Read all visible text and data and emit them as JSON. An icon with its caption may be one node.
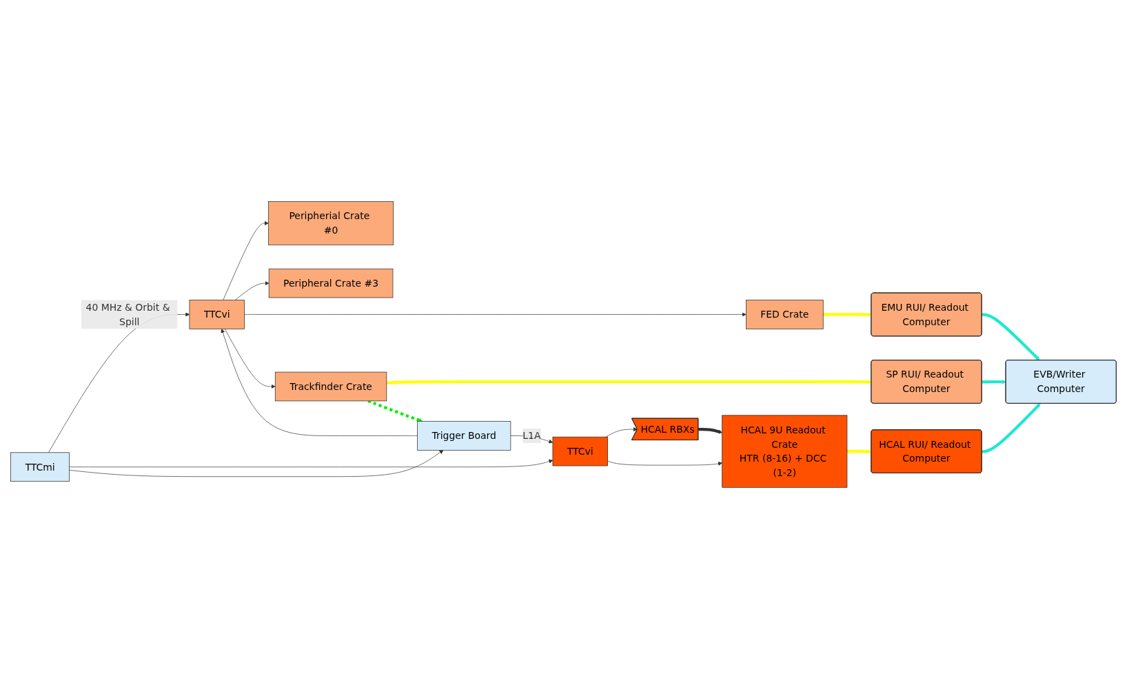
{
  "diagram": {
    "nodes": [
      {
        "text": [
          "TTCmi"
        ]
      },
      {
        "text": [
          "TTCvi"
        ]
      },
      {
        "text": [
          "Peripherial Crate #0"
        ]
      },
      {
        "text": [
          "Peripheral Crate #3"
        ]
      },
      {
        "text": [
          "FED Crate"
        ]
      },
      {
        "text": [
          "EMU RUI/ Readout Computer"
        ]
      },
      {
        "text": [
          "TTCvi"
        ]
      },
      {
        "text": [
          "Trackfinder Crate"
        ]
      },
      {
        "text": [
          "SP RUI/ Readout Computer"
        ]
      },
      {
        "text": [
          "HCAL RBXs"
        ]
      },
      {
        "text": [
          "EVB/Writer Computer"
        ]
      },
      {
        "text": [
          "Trigger Board"
        ]
      },
      {
        "text": [
          "HCAL 9U Readout Crate",
          "HTR (8-16) + DCC (1-2)"
        ]
      },
      {
        "text": [
          "HCAL RUI/ Readout Computer"
        ]
      }
    ],
    "edges": [
      {
        "from": 0,
        "to": 1,
        "arrow": "to",
        "label": "40 MHz & Orbit & Spill"
      },
      {
        "from": 0,
        "to": 6,
        "arrow": "to"
      },
      {
        "from": 0,
        "to": 11,
        "arrow": "to"
      },
      {
        "from": 11,
        "to": 1,
        "arrow": "to"
      },
      {
        "from": 11,
        "to": 6,
        "arrow": "to",
        "label": "L1A"
      },
      {
        "from": 1,
        "to": 2,
        "arrow": "to"
      },
      {
        "from": 1,
        "to": 3,
        "arrow": "to"
      },
      {
        "from": 1,
        "to": 4,
        "arrow": "to"
      },
      {
        "from": 1,
        "to": 7,
        "arrow": "to"
      },
      {
        "from": 6,
        "to": 9,
        "arrow": "to"
      },
      {
        "from": 6,
        "to": 12,
        "arrow": "to"
      },
      {
        "from": 9,
        "to": 12,
        "arrow": "to",
        "style": "thick"
      },
      {
        "from": 4,
        "to": 5,
        "arrow": "to",
        "style": "thick",
        "color": "#ffff00"
      },
      {
        "from": 7,
        "to": 8,
        "arrow": "to",
        "style": "thick",
        "color": "#ffff00"
      },
      {
        "from": 12,
        "to": 13,
        "arrow": "to",
        "style": "thick",
        "color": "#ffff00"
      },
      {
        "from": 5,
        "to": 10,
        "arrow": "to",
        "style": "thick",
        "color": "#1de9d0"
      },
      {
        "from": 8,
        "to": 10,
        "arrow": "to",
        "style": "thick",
        "color": "#1de9d0"
      },
      {
        "from": 13,
        "to": 10,
        "arrow": "to",
        "style": "thick",
        "color": "#1de9d0"
      },
      {
        "from": 7,
        "to": 11,
        "arrow": "to",
        "style": "dashed",
        "color": "#00ee00"
      }
    ]
  }
}
